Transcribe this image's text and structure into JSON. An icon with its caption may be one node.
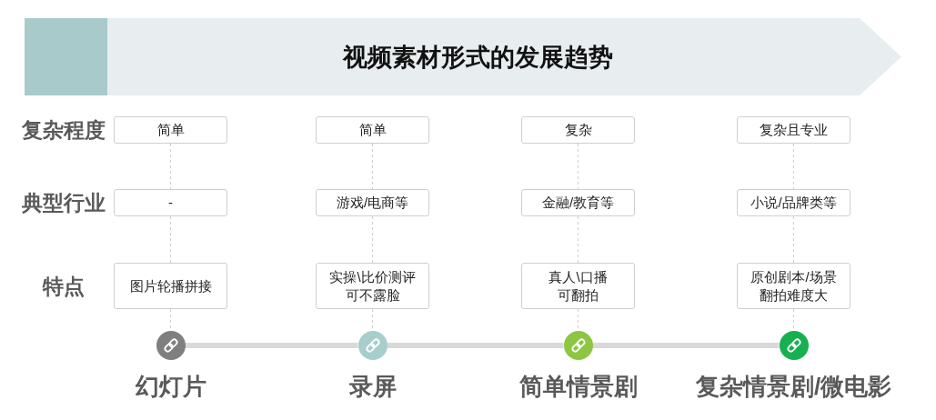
{
  "diagram": {
    "title": "视频素材形式的发展趋势",
    "nodes": [
      {
        "text": [
          "简单"
        ]
      },
      {
        "text": [
          "简单"
        ]
      },
      {
        "text": [
          "复杂"
        ]
      },
      {
        "text": [
          "复杂且专业"
        ]
      },
      {
        "text": [
          "-"
        ]
      },
      {
        "text": [
          "游戏/电商等"
        ]
      },
      {
        "text": [
          "金融/教育等"
        ]
      },
      {
        "text": [
          "小说/品牌类等"
        ]
      },
      {
        "text": [
          "图片轮播拼接"
        ]
      },
      {
        "text": [
          "实操\\比价测评可不露脸"
        ]
      },
      {
        "text": [
          "真人\\口播可翻拍"
        ]
      },
      {
        "text": [
          "原创剧本/场景翻拍难度大"
        ]
      },
      {
        "text": [],
        "shape": "circle",
        "beside": [
          "幻灯片"
        ]
      },
      {
        "text": [],
        "shape": "circle",
        "beside": [
          "录屏"
        ]
      },
      {
        "text": [],
        "shape": "circle",
        "beside": [
          "简单情景剧"
        ]
      },
      {
        "text": [],
        "shape": "circle",
        "beside": [
          "复杂情景剧/微电影"
        ]
      }
    ],
    "edges": [
      {
        "from": 0,
        "to": 4,
        "arrow": "none",
        "style": "dashed"
      },
      {
        "from": 4,
        "to": 8,
        "arrow": "none",
        "style": "dashed"
      },
      {
        "from": 8,
        "to": 12,
        "arrow": "none",
        "style": "dashed"
      },
      {
        "from": 1,
        "to": 5,
        "arrow": "none",
        "style": "dashed"
      },
      {
        "from": 5,
        "to": 9,
        "arrow": "none",
        "style": "dashed"
      },
      {
        "from": 9,
        "to": 13,
        "arrow": "none",
        "style": "dashed"
      },
      {
        "from": 2,
        "to": 6,
        "arrow": "none",
        "style": "dashed"
      },
      {
        "from": 6,
        "to": 10,
        "arrow": "none",
        "style": "dashed"
      },
      {
        "from": 10,
        "to": 14,
        "arrow": "none",
        "style": "dashed"
      },
      {
        "from": 3,
        "to": 7,
        "arrow": "none",
        "style": "dashed"
      },
      {
        "from": 7,
        "to": 11,
        "arrow": "none",
        "style": "dashed"
      },
      {
        "from": 11,
        "to": 15,
        "arrow": "none",
        "style": "dashed"
      },
      {
        "from": 12,
        "to": 13,
        "arrow": "none",
        "style": "thick"
      },
      {
        "from": 13,
        "to": 14,
        "arrow": "none",
        "style": "thick"
      },
      {
        "from": 14,
        "to": 15,
        "arrow": "none",
        "style": "thick"
      }
    ],
    "labels": [
      "复杂程度",
      "典型行业",
      "特点"
    ]
  }
}
